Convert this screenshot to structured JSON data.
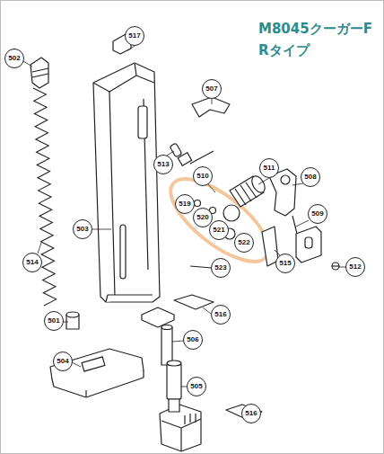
{
  "diagram": {
    "title": "M8045クーガーF Rタイプ",
    "labels": [
      "502",
      "517",
      "507",
      "503",
      "513",
      "510",
      "511",
      "508",
      "519",
      "520",
      "521",
      "522",
      "509",
      "514",
      "515",
      "512",
      "523",
      "501",
      "516",
      "506",
      "504",
      "505",
      "516"
    ]
  }
}
